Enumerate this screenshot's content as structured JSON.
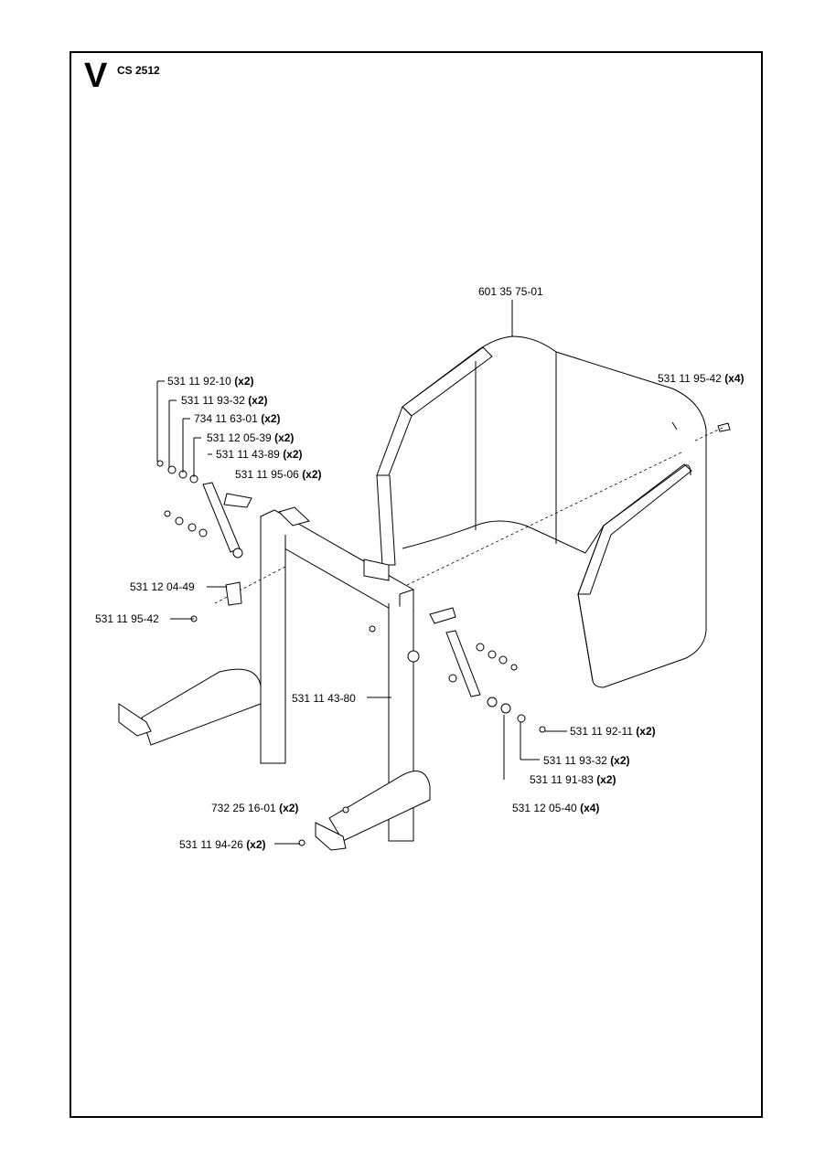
{
  "header": {
    "section": "V",
    "model": "CS 2512"
  },
  "parts": [
    {
      "id": "p01",
      "num": "601 35 75-01",
      "qty": ""
    },
    {
      "id": "p02",
      "num": "531 11 95-42",
      "qty": "(x4)"
    },
    {
      "id": "p03",
      "num": "531 11 92-10",
      "qty": "(x2)"
    },
    {
      "id": "p04",
      "num": "531 11 93-32",
      "qty": "(x2)"
    },
    {
      "id": "p05",
      "num": "734 11 63-01",
      "qty": "(x2)"
    },
    {
      "id": "p06",
      "num": "531 12 05-39",
      "qty": "(x2)"
    },
    {
      "id": "p07",
      "num": "531 11 43-89",
      "qty": "(x2)"
    },
    {
      "id": "p08",
      "num": "531 11 95-06",
      "qty": "(x2)"
    },
    {
      "id": "p09",
      "num": "531 12 04-49",
      "qty": ""
    },
    {
      "id": "p10",
      "num": "531 11 95-42",
      "qty": ""
    },
    {
      "id": "p11",
      "num": "531 11 43-80",
      "qty": ""
    },
    {
      "id": "p12",
      "num": "531 11 92-11",
      "qty": "(x2)"
    },
    {
      "id": "p13",
      "num": "531 11 93-32",
      "qty": "(x2)"
    },
    {
      "id": "p14",
      "num": "531 11 91-83",
      "qty": "(x2)"
    },
    {
      "id": "p15",
      "num": "531 12 05-40",
      "qty": "(x4)"
    },
    {
      "id": "p16",
      "num": "732 25 16-01",
      "qty": "(x2)"
    },
    {
      "id": "p17",
      "num": "531 11 94-26",
      "qty": "(x2)"
    }
  ]
}
